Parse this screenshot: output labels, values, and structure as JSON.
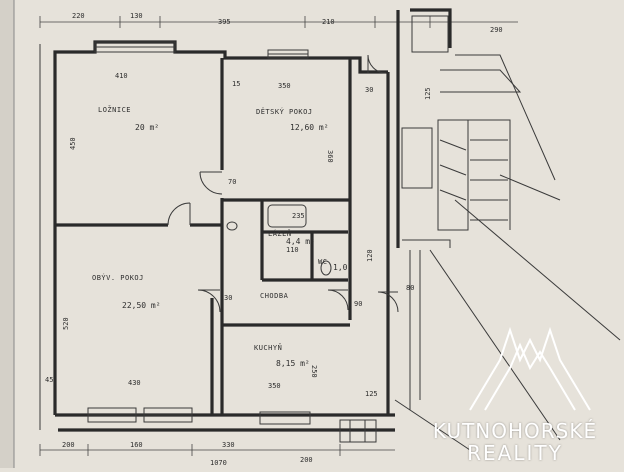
{
  "rooms": {
    "loznice": {
      "name": "LOŽNICE",
      "area": "20 m²"
    },
    "detsky": {
      "name": "DĚTSKÝ POKOJ",
      "area": "12,60 m²"
    },
    "obyv": {
      "name": "OBÝV. POKOJ",
      "area": "22,50 m²"
    },
    "lazen": {
      "name": "LÁZEŇ",
      "area": "4,4 m²"
    },
    "wc": {
      "name": "WC",
      "area": "1,0"
    },
    "chodba": {
      "name": "CHODBA"
    },
    "kuchyn": {
      "name": "KUCHYŇ",
      "area": "8,15 m²"
    }
  },
  "dims": {
    "top": [
      "220",
      "130",
      "395",
      "210",
      "290"
    ],
    "bottom": [
      "200",
      "160",
      "330",
      "125"
    ],
    "total": "1070",
    "loz_w": "410",
    "loz_h": "450",
    "det_w": "350",
    "det_h": "360",
    "obyv_h": "520",
    "obyv_w": "430",
    "kuch_w": "350",
    "kuch_h": "250",
    "laz_w": "235",
    "laz_h": "110",
    "corr_w": "120",
    "stair_w": "125",
    "misc": [
      "45",
      "30",
      "15",
      "30",
      "70",
      "80",
      "90",
      "200"
    ]
  },
  "brand": {
    "line1": "KUTNOHORSKÉ",
    "line2": "REALITY"
  },
  "colors": {
    "paper": "#e6e2da",
    "ink": "#2a2a2a",
    "brand": "#ffffff"
  }
}
